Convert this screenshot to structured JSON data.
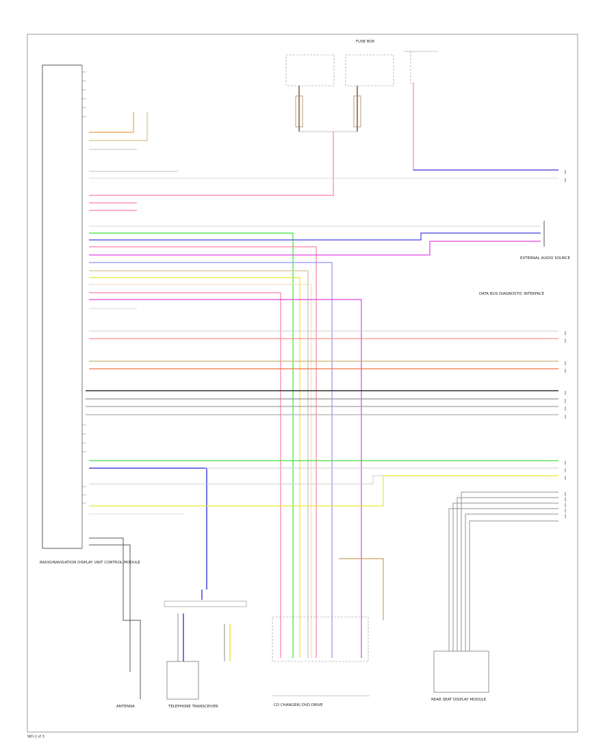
{
  "diagram": {
    "page_code": "WD-1 of 3",
    "colors": {
      "blue": "#4040e0",
      "red": "#e83030",
      "pink": "#ff7f9f",
      "magenta": "#e040e0",
      "green": "#40e040",
      "yellow": "#e8e830",
      "orange": "#f0a040",
      "tan": "#d8c090",
      "brown": "#a08060",
      "gray": "#a0a0a0",
      "black": "#303030",
      "lightgray": "#d0d0d0",
      "lightblue": "#9090ff",
      "frame": "#999999"
    },
    "components": {
      "radio": "RADIO/NAVIGATION DISPLAY UNIT CONTROL MODULE",
      "antenna": "ANTENNA",
      "telephone": "TELEPHONE TRANSCEIVER",
      "cd_changer": "CD CHANGER/ DVD DRIVE",
      "rear_display": "REAR SEAT DISPLAY MODULE",
      "fuse_box": "FUSE BOX",
      "ext_audio": "EXTERNAL AUDIO SOURCE",
      "data_bus": "DATA BUS DIAGNOSTIC INTERFACE"
    }
  }
}
